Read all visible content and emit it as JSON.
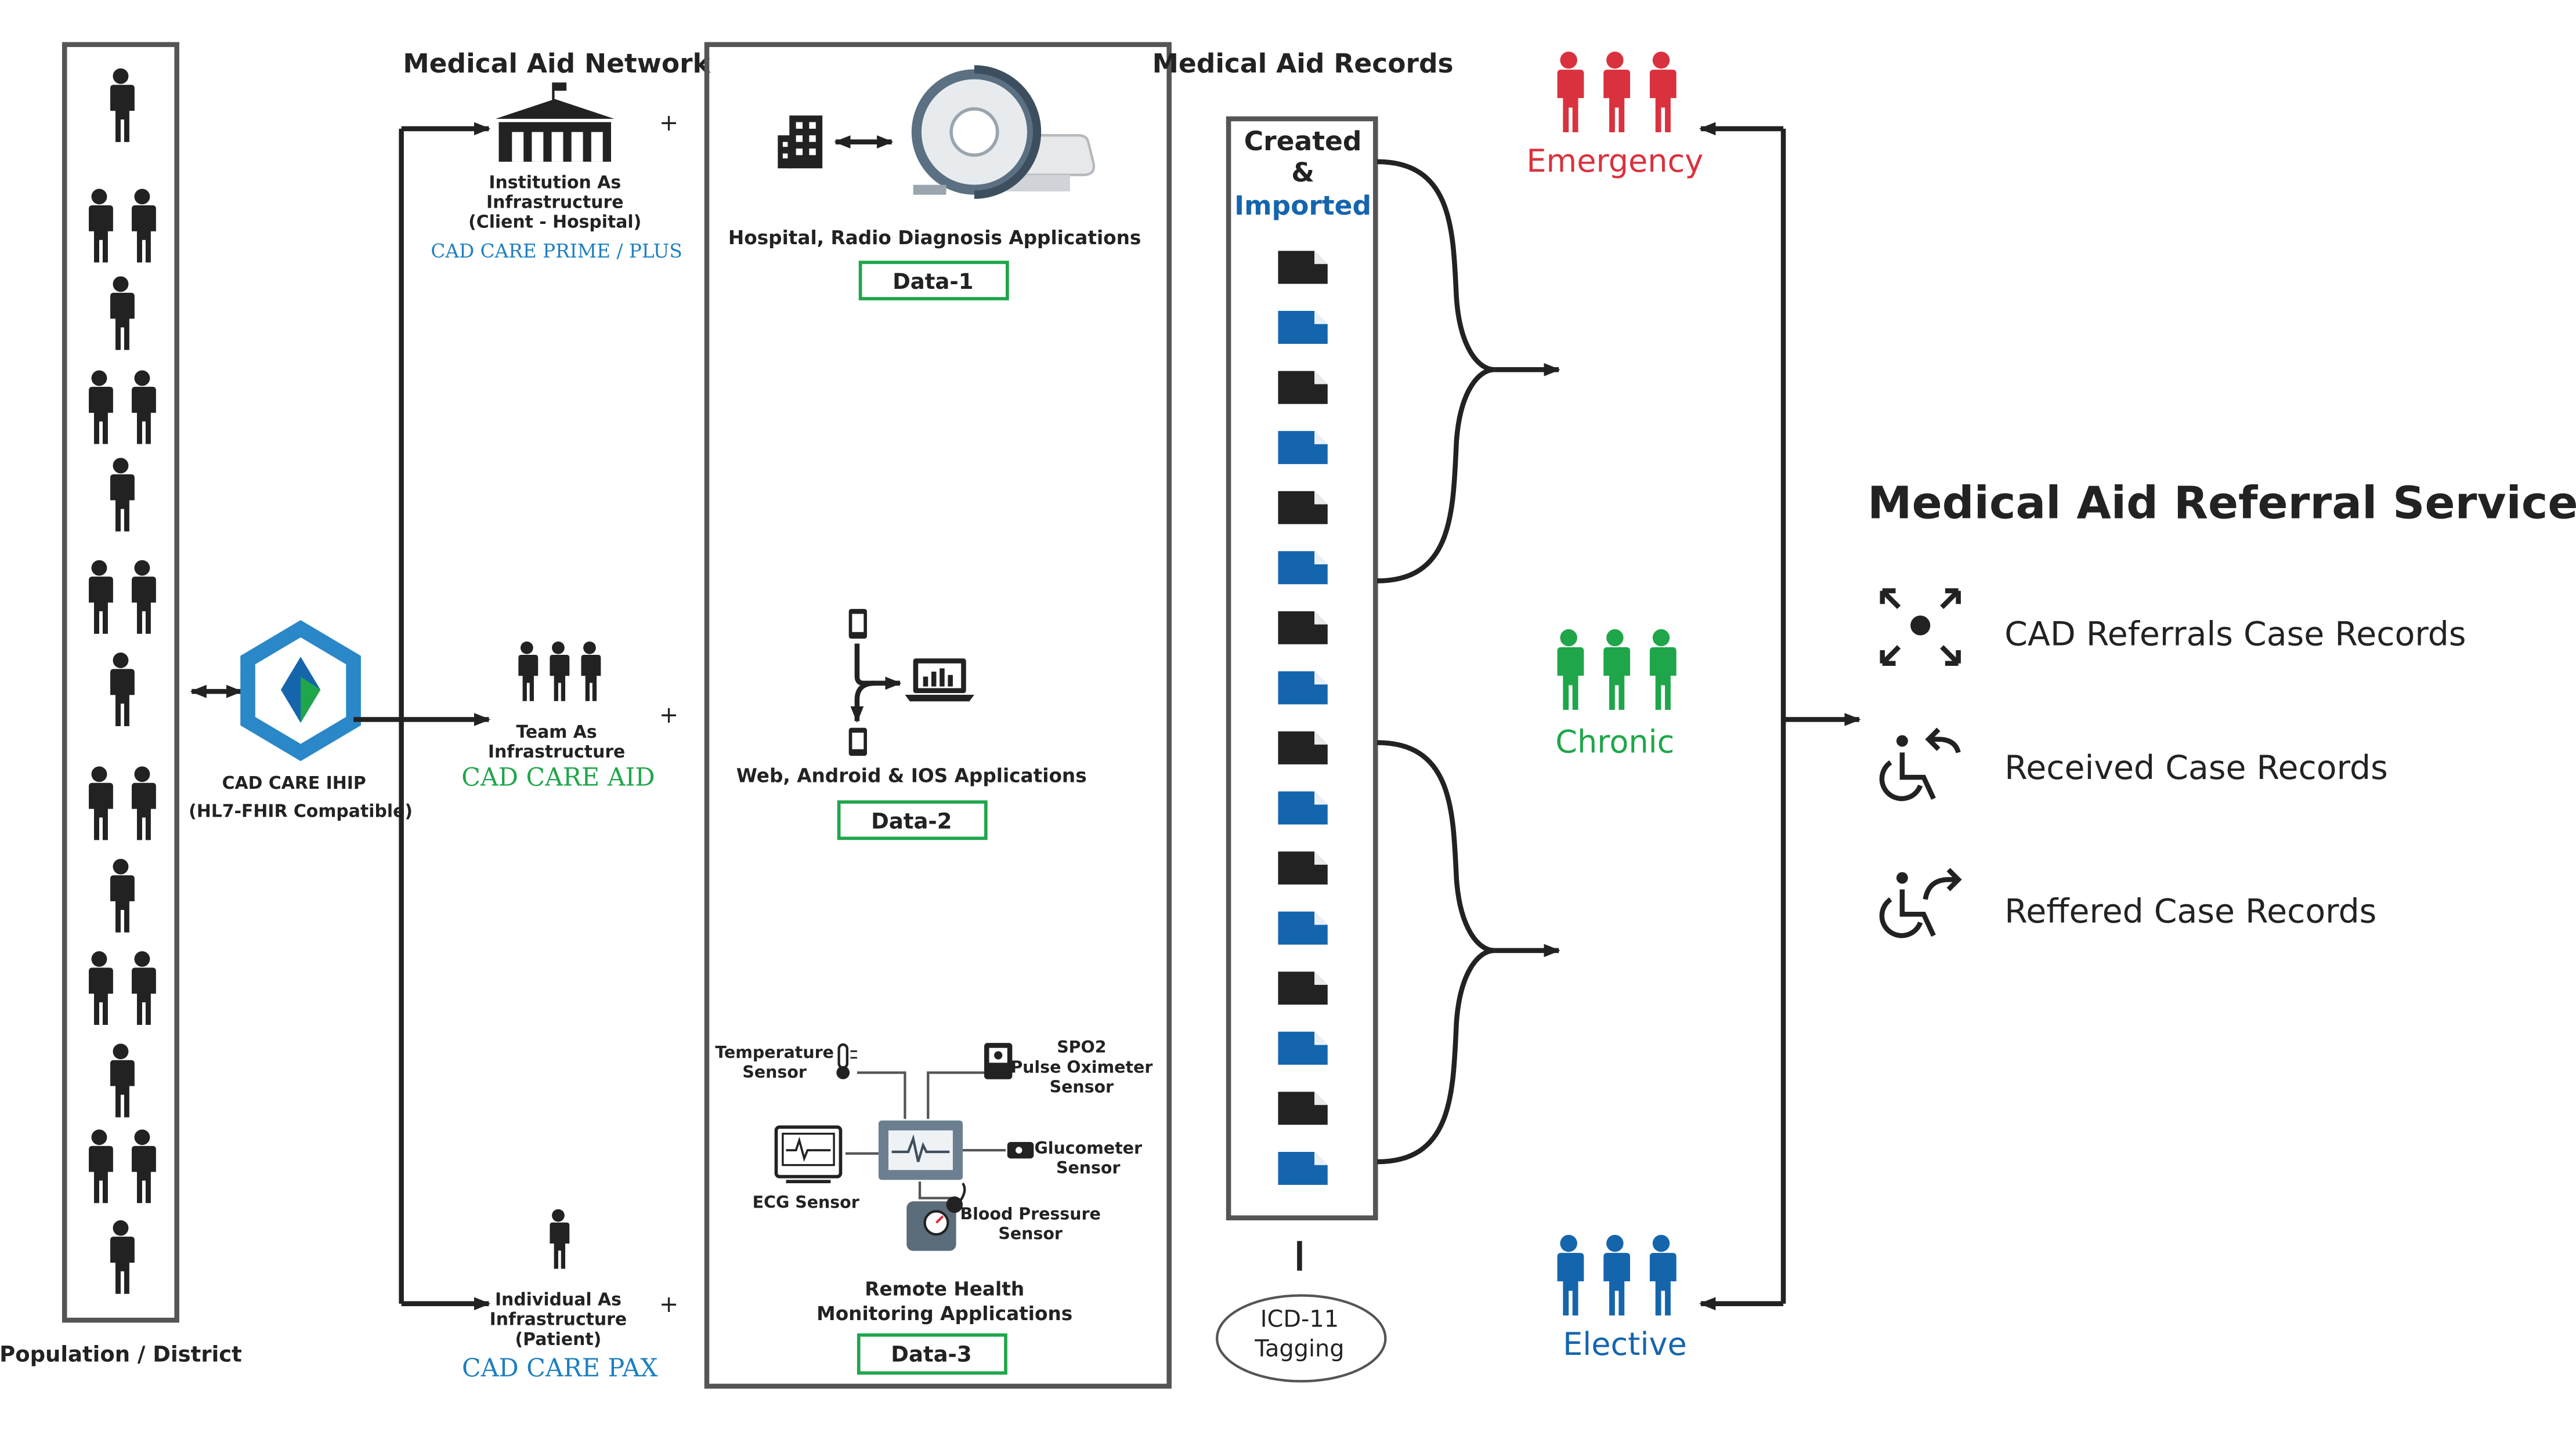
{
  "population": {
    "label": "Population / District"
  },
  "ihip": {
    "name": "CAD CARE IHIP",
    "sub": "(HL7-FHIR Compatible)"
  },
  "network": {
    "title": "Medical Aid Network",
    "plus": "+",
    "institution": {
      "line1": "Institution As",
      "line2": "Infrastructure",
      "line3": "(Client - Hospital)",
      "product": "CAD CARE PRIME / PLUS"
    },
    "team": {
      "line1": "Team As",
      "line2": "Infrastructure",
      "product": "CAD CARE AID"
    },
    "individual": {
      "line1": "Individual As",
      "line2": "Infrastructure",
      "line3": "(Patient)",
      "product": "CAD CARE PAX"
    }
  },
  "apps": {
    "hospital": {
      "caption": "Hospital, Radio Diagnosis Applications",
      "data": "Data-1"
    },
    "web": {
      "caption": "Web, Android & IOS Applications",
      "data": "Data-2"
    },
    "remote": {
      "caption1": "Remote Health",
      "caption2": "Monitoring Applications",
      "data": "Data-3",
      "sensors": {
        "temp1": "Temperature",
        "temp2": "Sensor",
        "spo1": "SPO2",
        "spo2": "Pulse Oximeter",
        "spo3": "Sensor",
        "ecg": "ECG Sensor",
        "gluc1": "Glucometer",
        "gluc2": "Sensor",
        "bp1": "Blood Pressure",
        "bp2": "Sensor"
      }
    }
  },
  "records": {
    "title": "Medical Aid Records",
    "created": "Created",
    "amp": "&",
    "imported": "Imported",
    "icd1": "ICD-11",
    "icd2": "Tagging"
  },
  "categories": {
    "emergency": "Emergency",
    "chronic": "Chronic",
    "elective": "Elective"
  },
  "referral": {
    "title": "Medical Aid Referral Services",
    "items": [
      "CAD Referrals Case Records",
      "Received Case Records",
      "Reffered Case Records"
    ]
  },
  "colors": {
    "red": "#d9323e",
    "green": "#1fa64a",
    "blue": "#1565ad",
    "dark": "#222222",
    "gray": "#555555"
  }
}
